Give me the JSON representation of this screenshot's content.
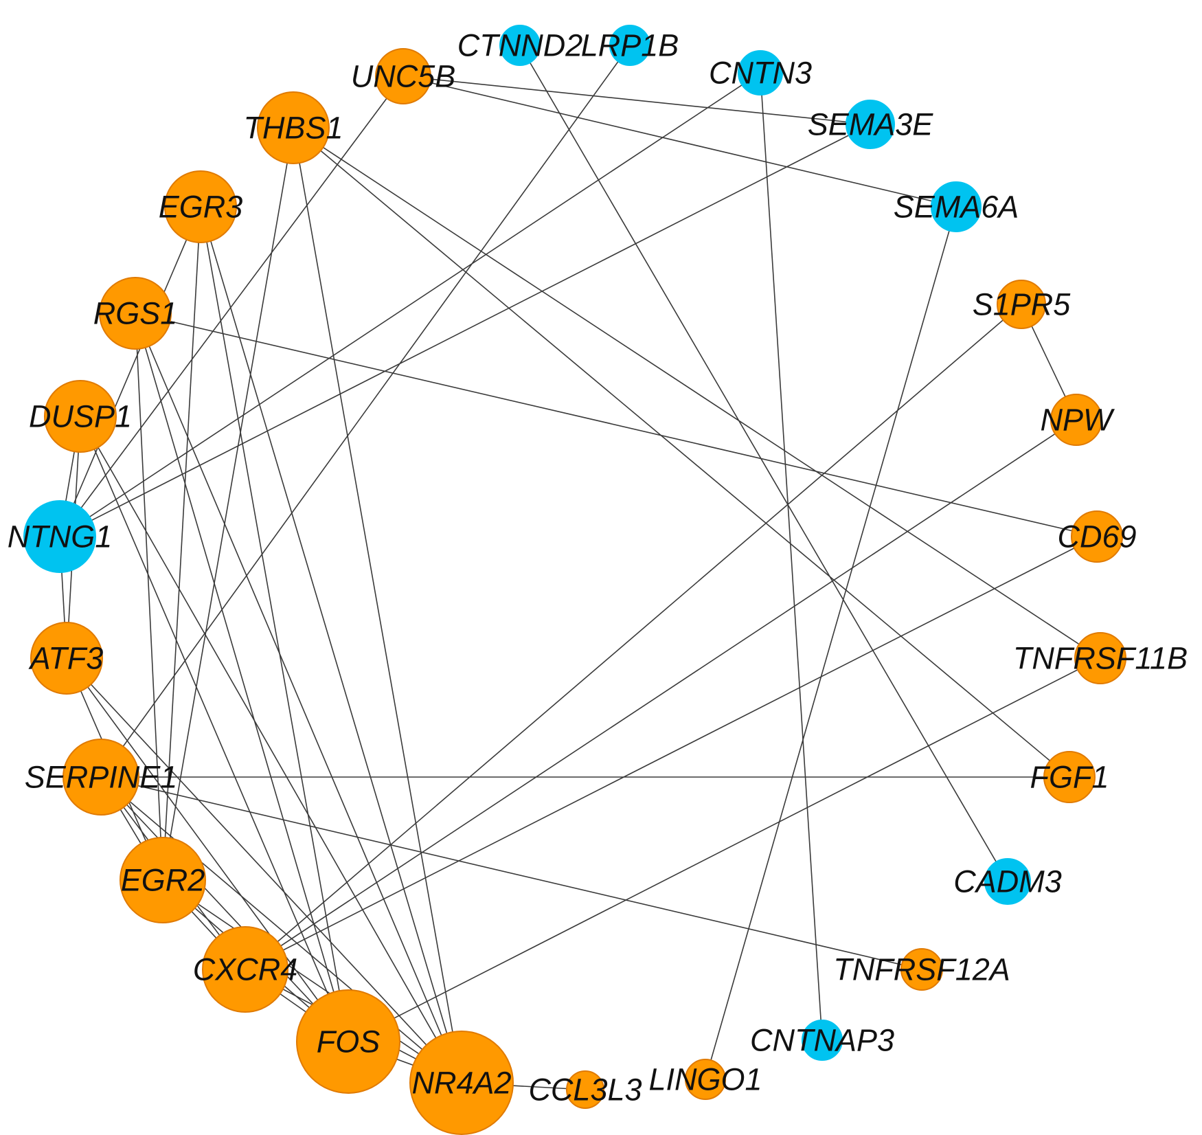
{
  "colors": {
    "up_fill": "#ff9900",
    "up_stroke": "#e07a00",
    "down_fill": "#00c3f0",
    "down_stroke": "#00c3f0",
    "edge": "#3a3a3a"
  },
  "nodes": [
    {
      "id": "CTNND2",
      "label": "CTNND2",
      "group": "down",
      "degree": 1
    },
    {
      "id": "LRP1B",
      "label": "LRP1B",
      "group": "down",
      "degree": 1
    },
    {
      "id": "UNC5B",
      "label": "UNC5B",
      "group": "up",
      "degree": 3
    },
    {
      "id": "CNTN3",
      "label": "CNTN3",
      "group": "down",
      "degree": 2
    },
    {
      "id": "THBS1",
      "label": "THBS1",
      "group": "up",
      "degree": 5
    },
    {
      "id": "SEMA3E",
      "label": "SEMA3E",
      "group": "down",
      "degree": 2
    },
    {
      "id": "EGR3",
      "label": "EGR3",
      "group": "up",
      "degree": 5
    },
    {
      "id": "SEMA6A",
      "label": "SEMA6A",
      "group": "down",
      "degree": 2
    },
    {
      "id": "RGS1",
      "label": "RGS1",
      "group": "up",
      "degree": 5
    },
    {
      "id": "S1PR5",
      "label": "S1PR5",
      "group": "up",
      "degree": 2
    },
    {
      "id": "DUSP1",
      "label": "DUSP1",
      "group": "up",
      "degree": 5
    },
    {
      "id": "NPW",
      "label": "NPW",
      "group": "up",
      "degree": 2
    },
    {
      "id": "NTNG1",
      "label": "NTNG1",
      "group": "down",
      "degree": 6
    },
    {
      "id": "CD69",
      "label": "CD69",
      "group": "up",
      "degree": 2
    },
    {
      "id": "ATF3",
      "label": "ATF3",
      "group": "up",
      "degree": 5
    },
    {
      "id": "TNFRSF11B",
      "label": "TNFRSF11B",
      "group": "up",
      "degree": 2
    },
    {
      "id": "SERPINE1",
      "label": "SERPINE1",
      "group": "up",
      "degree": 8
    },
    {
      "id": "FGF1",
      "label": "FGF1",
      "group": "up",
      "degree": 2
    },
    {
      "id": "EGR2",
      "label": "EGR2",
      "group": "up",
      "degree": 9
    },
    {
      "id": "CADM3",
      "label": "CADM3",
      "group": "down",
      "degree": 1
    },
    {
      "id": "CXCR4",
      "label": "CXCR4",
      "group": "up",
      "degree": 10
    },
    {
      "id": "TNFRSF12A",
      "label": "TNFRSF12A",
      "group": "up",
      "degree": 1
    },
    {
      "id": "FOS",
      "label": "FOS",
      "group": "up",
      "degree": 14
    },
    {
      "id": "CNTNAP3",
      "label": "CNTNAP3",
      "group": "down",
      "degree": 1
    },
    {
      "id": "NR4A2",
      "label": "NR4A2",
      "group": "up",
      "degree": 16
    },
    {
      "id": "CCL3L3",
      "label": "CCL3L3",
      "group": "up",
      "degree": 1
    },
    {
      "id": "LINGO1",
      "label": "LINGO1",
      "group": "up",
      "degree": 1
    }
  ],
  "edges": [
    [
      "UNC5B",
      "SEMA3E"
    ],
    [
      "UNC5B",
      "SEMA6A"
    ],
    [
      "UNC5B",
      "NTNG1"
    ],
    [
      "CTNND2",
      "CADM3"
    ],
    [
      "LRP1B",
      "SERPINE1"
    ],
    [
      "CNTN3",
      "NTNG1"
    ],
    [
      "CNTN3",
      "CNTNAP3"
    ],
    [
      "SEMA3E",
      "NTNG1"
    ],
    [
      "SEMA6A",
      "LINGO1"
    ],
    [
      "THBS1",
      "EGR2"
    ],
    [
      "THBS1",
      "NR4A2"
    ],
    [
      "THBS1",
      "TNFRSF11B"
    ],
    [
      "THBS1",
      "FGF1"
    ],
    [
      "EGR3",
      "NTNG1"
    ],
    [
      "EGR3",
      "EGR2"
    ],
    [
      "EGR3",
      "FOS"
    ],
    [
      "EGR3",
      "NR4A2"
    ],
    [
      "RGS1",
      "CD69"
    ],
    [
      "RGS1",
      "EGR2"
    ],
    [
      "RGS1",
      "FOS"
    ],
    [
      "RGS1",
      "NR4A2"
    ],
    [
      "S1PR5",
      "NPW"
    ],
    [
      "S1PR5",
      "CXCR4"
    ],
    [
      "DUSP1",
      "NTNG1"
    ],
    [
      "DUSP1",
      "ATF3"
    ],
    [
      "DUSP1",
      "FOS"
    ],
    [
      "DUSP1",
      "NR4A2"
    ],
    [
      "NPW",
      "CXCR4"
    ],
    [
      "NTNG1",
      "ATF3"
    ],
    [
      "CD69",
      "CXCR4"
    ],
    [
      "ATF3",
      "EGR2"
    ],
    [
      "ATF3",
      "FOS"
    ],
    [
      "ATF3",
      "NR4A2"
    ],
    [
      "TNFRSF11B",
      "FOS"
    ],
    [
      "SERPINE1",
      "FGF1"
    ],
    [
      "SERPINE1",
      "TNFRSF12A"
    ],
    [
      "SERPINE1",
      "EGR2"
    ],
    [
      "SERPINE1",
      "CXCR4"
    ],
    [
      "SERPINE1",
      "FOS"
    ],
    [
      "SERPINE1",
      "NR4A2"
    ],
    [
      "EGR2",
      "CXCR4"
    ],
    [
      "EGR2",
      "FOS"
    ],
    [
      "EGR2",
      "NR4A2"
    ],
    [
      "CXCR4",
      "FOS"
    ],
    [
      "CXCR4",
      "NR4A2"
    ],
    [
      "FOS",
      "NR4A2"
    ],
    [
      "NR4A2",
      "CCL3L3"
    ]
  ]
}
